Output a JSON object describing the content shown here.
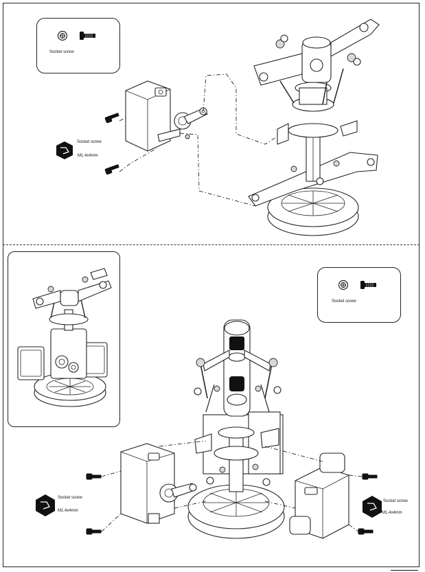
{
  "callouts": {
    "top": {
      "label": "Socket screw"
    },
    "bottom": {
      "label": "Socket screw"
    }
  },
  "panel1": {
    "screw_label": "Socket screw",
    "screw_size": "M1.4x4mm"
  },
  "panel2": {
    "left_screw_label": "Socket screw",
    "left_screw_size": "M1.4x4mm",
    "right_screw_label": "Socket screw",
    "right_screw_size": "M1.4x4mm"
  },
  "icons": [
    "socket-screw-head-icon",
    "socket-screw-side-icon",
    "hex-wrench-badge-icon"
  ]
}
